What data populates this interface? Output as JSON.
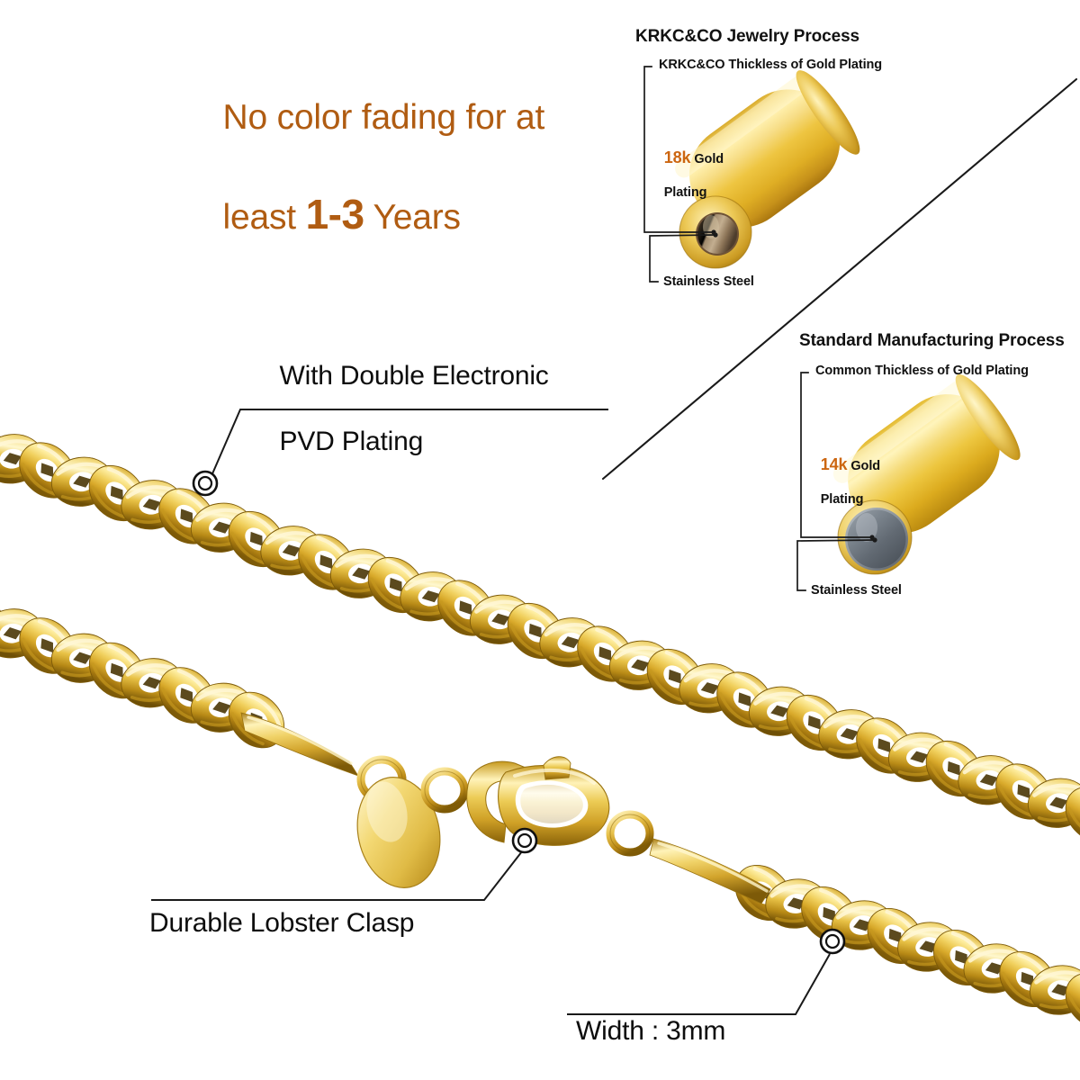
{
  "headline": {
    "line1": "No color fading for at",
    "line2_pre": "least ",
    "line2_big": "1-3",
    "line2_post": " Years",
    "color": "#b05c12"
  },
  "diagrams": {
    "krkc": {
      "title": "KRKC&CO Jewelry Process",
      "thickness_label": "KRKC&CO Thickless of Gold Plating",
      "karat": "18k",
      "karat_suffix": " Gold",
      "karat_line2": "Plating",
      "core_label": "Stainless Steel",
      "karat_color": "#cc6611"
    },
    "standard": {
      "title": "Standard Manufacturing Process",
      "thickness_label": "Common Thickless of Gold Plating",
      "karat": "14k",
      "karat_suffix": " Gold",
      "karat_line2": "Plating",
      "core_label": "Stainless Steel",
      "karat_color": "#cc6611"
    }
  },
  "features": {
    "pvd_line1": "With Double Electronic",
    "pvd_line2": "PVD Plating",
    "clasp": "Durable Lobster Clasp",
    "width": "Width : 3mm"
  },
  "icons": {
    "callout_marker": "double-ring-marker",
    "chain": "cuban-curb-chain",
    "clasp": "lobster-claw-clasp",
    "tag": "oval-tag",
    "tube_thick": "gold-plated-tube-thick",
    "tube_thin": "gold-plated-tube-thin"
  },
  "palette": {
    "gold_highlight": "#fff3b0",
    "gold_light": "#f5d濃",
    "gold_mid": "#e0b43a",
    "gold_deep": "#b8860b",
    "gold_shadow": "#8a6508",
    "steel_dark": "#5d646d",
    "steel_light": "#aab1b8",
    "core_brown": "#8a7259",
    "line": "#1a1a1a",
    "background": "#ffffff"
  }
}
